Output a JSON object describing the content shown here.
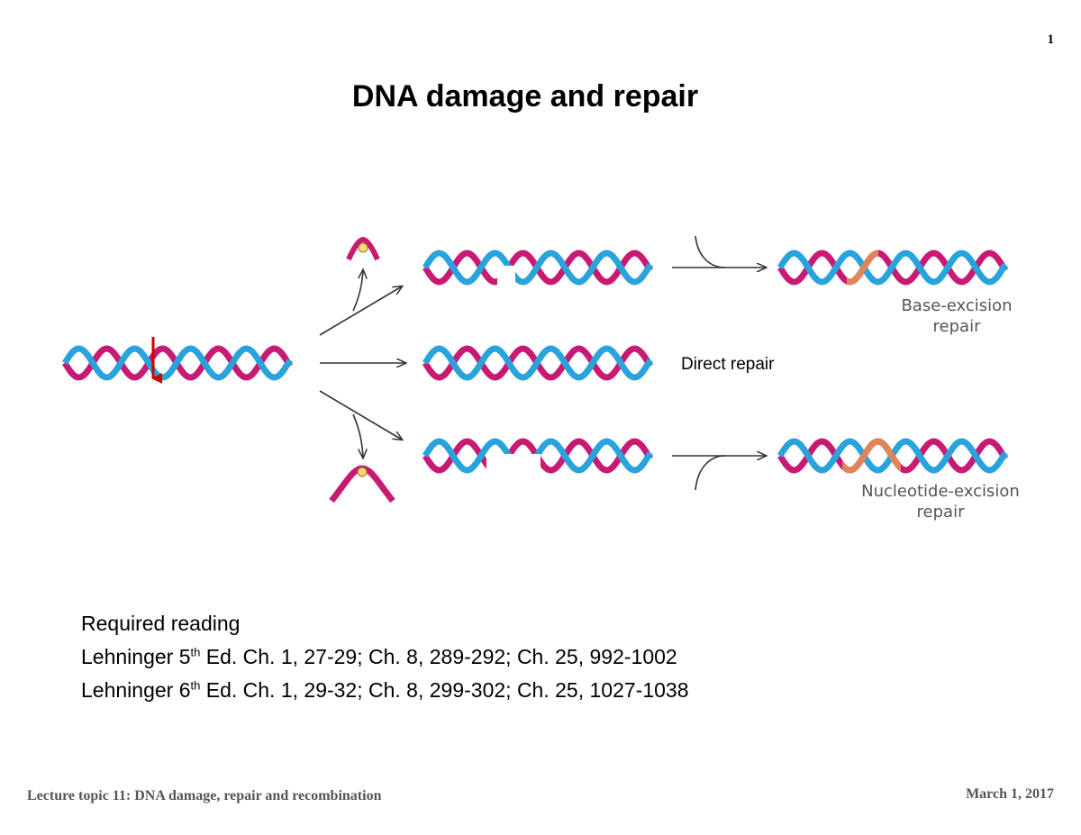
{
  "page": {
    "number": "1"
  },
  "title": "DNA damage and repair",
  "figure": {
    "labels": {
      "base_excision": [
        "Base-excision",
        "repair"
      ],
      "direct": "Direct repair",
      "nucleotide_excision": [
        "Nucleotide-excision",
        "repair"
      ]
    },
    "colors": {
      "strand_a": "#29a3dc",
      "strand_b": "#c81a73",
      "repaired": "#e0845a",
      "damage_arrow": "#d10000",
      "flow_arrow": "#333333",
      "lesion": "#f6d77a"
    }
  },
  "reading": {
    "heading": "Required reading",
    "lines": [
      {
        "prefix": "Lehninger 5",
        "sup": "th",
        "suffix": " Ed. Ch. 1, 27-29; Ch. 8, 289-292; Ch. 25, 992-1002"
      },
      {
        "prefix": "Lehninger 6",
        "sup": "th",
        "suffix": " Ed. Ch. 1, 29-32; Ch. 8, 299-302; Ch. 25, 1027-1038"
      }
    ]
  },
  "footer": {
    "left": "Lecture topic 11: DNA damage, repair and recombination",
    "right": "March 1, 2017"
  }
}
